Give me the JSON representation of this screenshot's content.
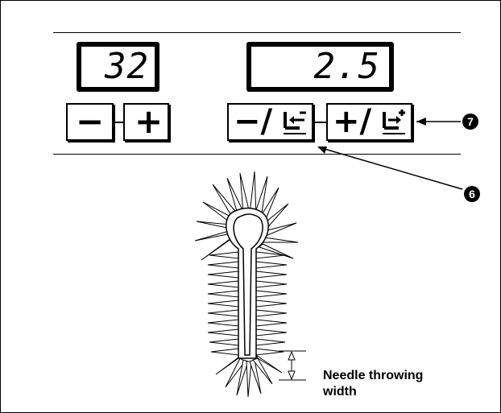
{
  "panel": {
    "count_display": {
      "value": "32"
    },
    "count_buttons": {
      "minus_label": "−",
      "plus_label": "+"
    },
    "width_display": {
      "value": "2.5"
    },
    "width_buttons": {
      "minus_label": "−/",
      "plus_label": "+/"
    }
  },
  "callouts": {
    "plus_width_button": "7",
    "minus_width_button": "6"
  },
  "figure": {
    "dimension_label_line1": "Needle throwing",
    "dimension_label_line2": "width"
  }
}
